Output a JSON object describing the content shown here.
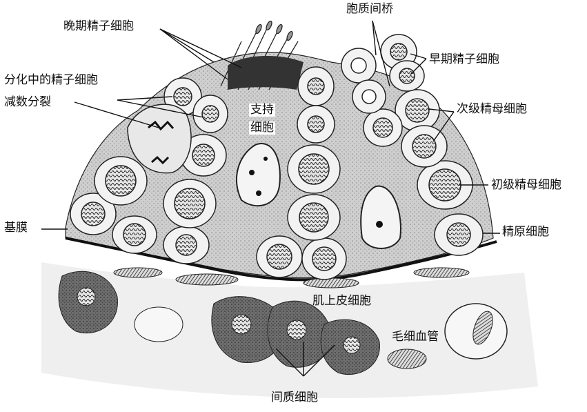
{
  "labels": {
    "late_spermatids": "晚期精子细胞",
    "intercellular_bridge": "胞质间桥",
    "early_spermatids": "早期精子细胞",
    "differentiating_spermatids": "分化中的精子细胞",
    "meiosis": "减数分裂",
    "sertoli_line1": "支持",
    "sertoli_line2": "细胞",
    "secondary_spermatocytes": "次级精母细胞",
    "primary_spermatocytes": "初级精母细胞",
    "basement_membrane": "基膜",
    "spermatogonia": "精原细胞",
    "myoid_cells": "肌上皮细胞",
    "capillary": "毛细血管",
    "interstitial_cells": "间质细胞"
  },
  "colors": {
    "ink": "#111111",
    "cell_fill": "#f2f2f2",
    "tissue_fill": "#d9d9d9",
    "dark_tissue": "#6a6a6a"
  }
}
